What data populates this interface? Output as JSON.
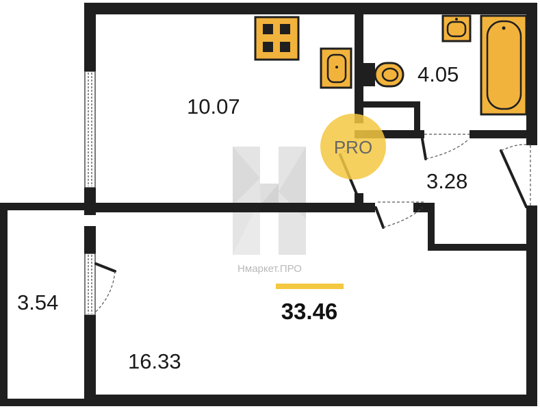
{
  "rooms": [
    {
      "id": "kitchen",
      "area": "10.07"
    },
    {
      "id": "bathroom",
      "area": "4.05"
    },
    {
      "id": "hallway",
      "area": "3.28"
    },
    {
      "id": "balcony",
      "area": "3.54"
    },
    {
      "id": "living-room",
      "area": "16.33"
    }
  ],
  "total_area": "33.46",
  "watermark": {
    "brand": "Нмаркет.ПРО",
    "badge": "PRO",
    "logo_icon": "h-logo-icon"
  },
  "colors": {
    "wall": "#1f1f1f",
    "fixture": "#f2b33d",
    "accent": "#f5c842",
    "watermark_gray": "#c8c8c8"
  }
}
